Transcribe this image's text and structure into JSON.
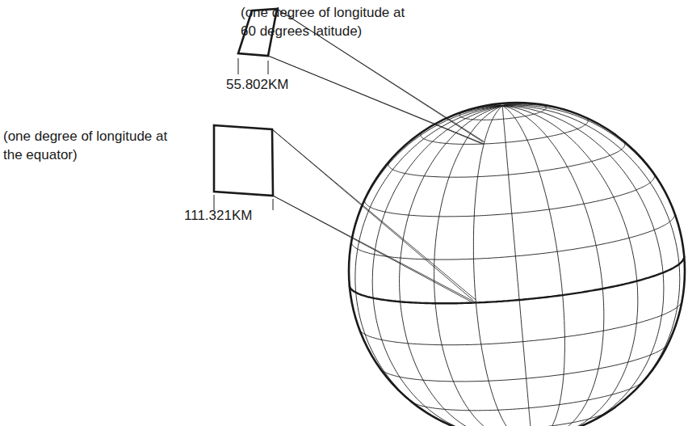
{
  "diagram": {
    "labels": [
      "(one degree of longitude at 60 degrees latitude)",
      "55.802KM",
      "(one degree of longitude at the equator)",
      "111.321KM"
    ]
  }
}
